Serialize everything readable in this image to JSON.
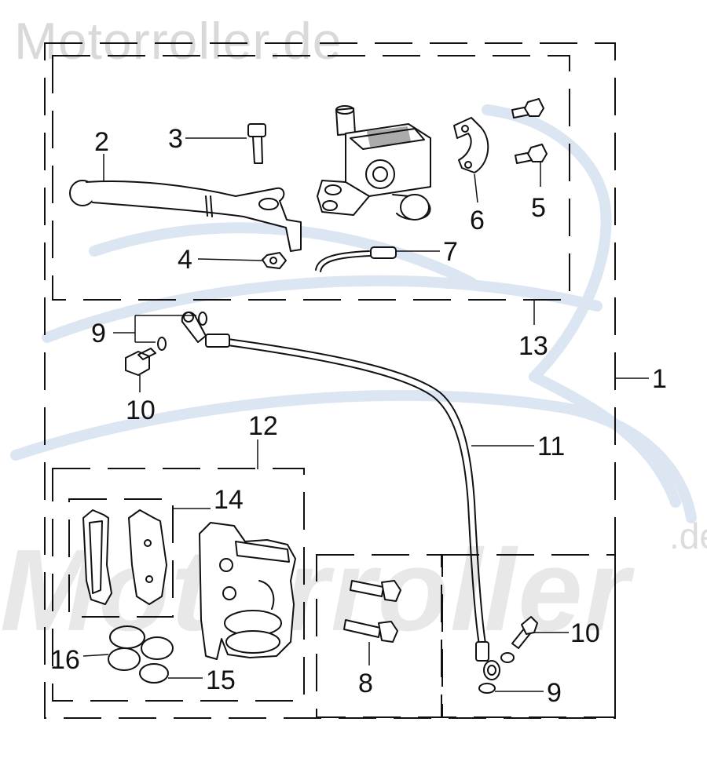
{
  "watermark": {
    "top_text": "Motorroller.de",
    "center_text": "Motorroller",
    "center_suffix": ".de"
  },
  "callouts": {
    "c1": "1",
    "c2": "2",
    "c3": "3",
    "c4": "4",
    "c5": "5",
    "c6": "6",
    "c7": "7",
    "c8": "8",
    "c9a": "9",
    "c9b": "9",
    "c10a": "10",
    "c10b": "10",
    "c11": "11",
    "c12": "12",
    "c13": "13",
    "c14": "14",
    "c15": "15",
    "c16": "16"
  },
  "colors": {
    "line": "#111111",
    "watermark_gray": "#d9d9d9",
    "watermark_blue": "#dbe6f2"
  }
}
